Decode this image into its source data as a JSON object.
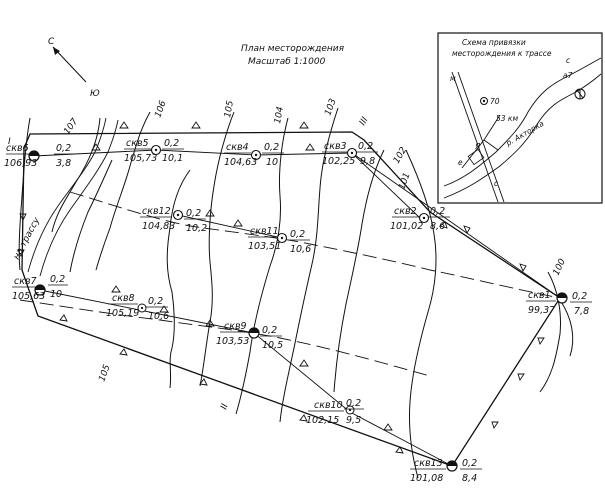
{
  "title": {
    "line1": "План месторождения",
    "line2": "Масштаб 1:1000"
  },
  "compass": {
    "north": "С",
    "south": "Ю"
  },
  "inset": {
    "title_line1": "Схема привязки",
    "title_line2": "месторождения к трассе",
    "river_label": "р. Акторка",
    "station_label": "53 км",
    "marker_a": "70",
    "marker_b": "а7",
    "letter_c1": "с",
    "letter_c2": "с",
    "letter_m": "м",
    "letter_e": "е",
    "letter_ya": "Я"
  },
  "to_road_label": "на трассу",
  "section_marks": {
    "s1": "I",
    "s2": "II",
    "s3": "III"
  },
  "contour_labels": {
    "c100": "100",
    "c101": "101",
    "c102": "102",
    "c103": "103",
    "c104": "104",
    "c105a": "105",
    "c105b": "105",
    "c106": "106",
    "c107": "107"
  },
  "wells": [
    {
      "name": "скв6",
      "elev": "106,93",
      "top": "0,2",
      "bottom": "3,8"
    },
    {
      "name": "скв5",
      "elev": "105,73",
      "top": "0,2",
      "bottom": "10,1"
    },
    {
      "name": "скв4",
      "elev": "104,63",
      "top": "0,2",
      "bottom": "10"
    },
    {
      "name": "скв3",
      "elev": "102,25",
      "top": "0,2",
      "bottom": "9,8"
    },
    {
      "name": "скв12",
      "elev": "104,83",
      "top": "0,2",
      "bottom": "10,2"
    },
    {
      "name": "скв11",
      "elev": "103,51",
      "top": "0,2",
      "bottom": "10,6"
    },
    {
      "name": "скв2",
      "elev": "101,02",
      "top": "0,2",
      "bottom": "8,6"
    },
    {
      "name": "скв7",
      "elev": "105,63",
      "top": "0,2",
      "bottom": "10"
    },
    {
      "name": "скв8",
      "elev": "105,19",
      "top": "0,2",
      "bottom": "10,6"
    },
    {
      "name": "скв9",
      "elev": "103,53",
      "top": "0,2",
      "bottom": "10,5"
    },
    {
      "name": "скв1",
      "elev": "99,37",
      "top": "0,2",
      "bottom": "7,8"
    },
    {
      "name": "скв10",
      "elev": "102,15",
      "top": "0,2",
      "bottom": "9,5"
    },
    {
      "name": "скв13",
      "elev": "101,08",
      "top": "0,2",
      "bottom": "8,4"
    }
  ]
}
